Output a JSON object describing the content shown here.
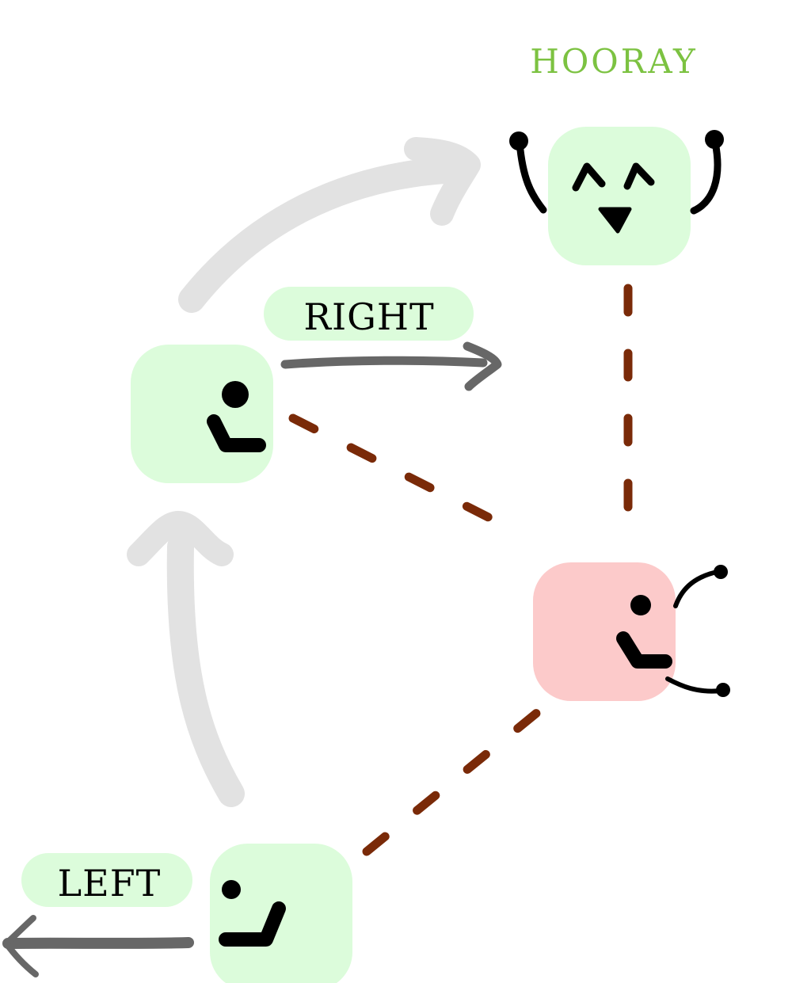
{
  "title": "HOORAY",
  "labels": {
    "right": "RIGHT",
    "left": "LEFT"
  },
  "colors": {
    "state_normal": "#dcfcdb",
    "state_danger": "#fccaca",
    "title": "#7cc241",
    "connector": "#7a2a08",
    "move_arrow": "#676767",
    "path_arrow": "#e2e2e2",
    "ink": "#000000"
  },
  "states": [
    {
      "id": "bottom-left",
      "expression": "neutral",
      "color": "state_normal"
    },
    {
      "id": "middle-left",
      "expression": "neutral",
      "color": "state_normal"
    },
    {
      "id": "top-right",
      "expression": "hooray",
      "color": "state_normal"
    },
    {
      "id": "right",
      "expression": "surprised",
      "color": "state_danger"
    }
  ],
  "connections": [
    {
      "from": "middle-left",
      "to": "right",
      "style": "dashed"
    },
    {
      "from": "top-right",
      "to": "right",
      "style": "dashed"
    },
    {
      "from": "bottom-left",
      "to": "right",
      "style": "dashed"
    }
  ],
  "moves": [
    {
      "label_ref": "right",
      "direction": "right"
    },
    {
      "label_ref": "left",
      "direction": "left"
    }
  ]
}
